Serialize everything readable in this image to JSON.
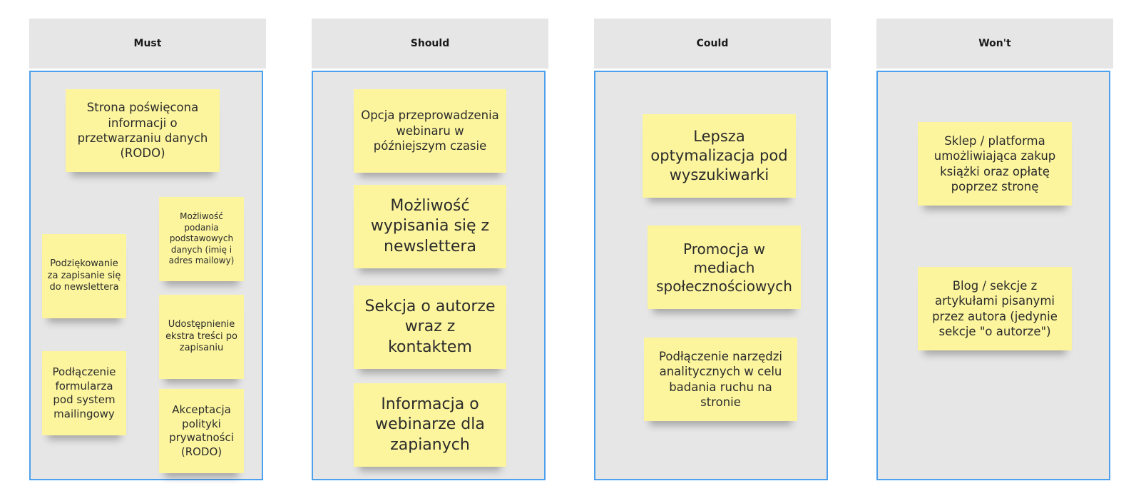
{
  "columns": [
    {
      "title": "Must",
      "notes": [
        "Strona poświęcona informacji o przetwarzaniu danych (RODO)",
        "Możliwość podania podstawowych danych (imię i adres mailowy)",
        "Podziękowanie za zapisanie się do newslettera",
        "Udostępnienie ekstra treści po zapisaniu",
        "Podłączenie formularza pod system mailingowy",
        "Akceptacja polityki prywatności (RODO)"
      ]
    },
    {
      "title": "Should",
      "notes": [
        "Opcja przeprowadzenia webinaru w późniejszym czasie",
        "Możliwość wypisania się z newslettera",
        "Sekcja o autorze wraz z kontaktem",
        "Informacja o webinarze dla zapianych"
      ]
    },
    {
      "title": "Could",
      "notes": [
        "Lepsza optymalizacja pod wyszukiwarki",
        "Promocja w mediach społecznościowych",
        "Podłączenie narzędzi analitycznych w celu badania ruchu na stronie"
      ]
    },
    {
      "title": "Won't",
      "notes": [
        "Sklep / platforma umożliwiająca zakup książki oraz opłatę poprzez stronę",
        "Blog / sekcje z artykułami pisanymi przez autora (jedynie sekcje \"o autorze\")"
      ]
    }
  ],
  "colors": {
    "sticky": "#fcf59e",
    "column": "#e6e6e6",
    "border": "#4da0ec"
  }
}
